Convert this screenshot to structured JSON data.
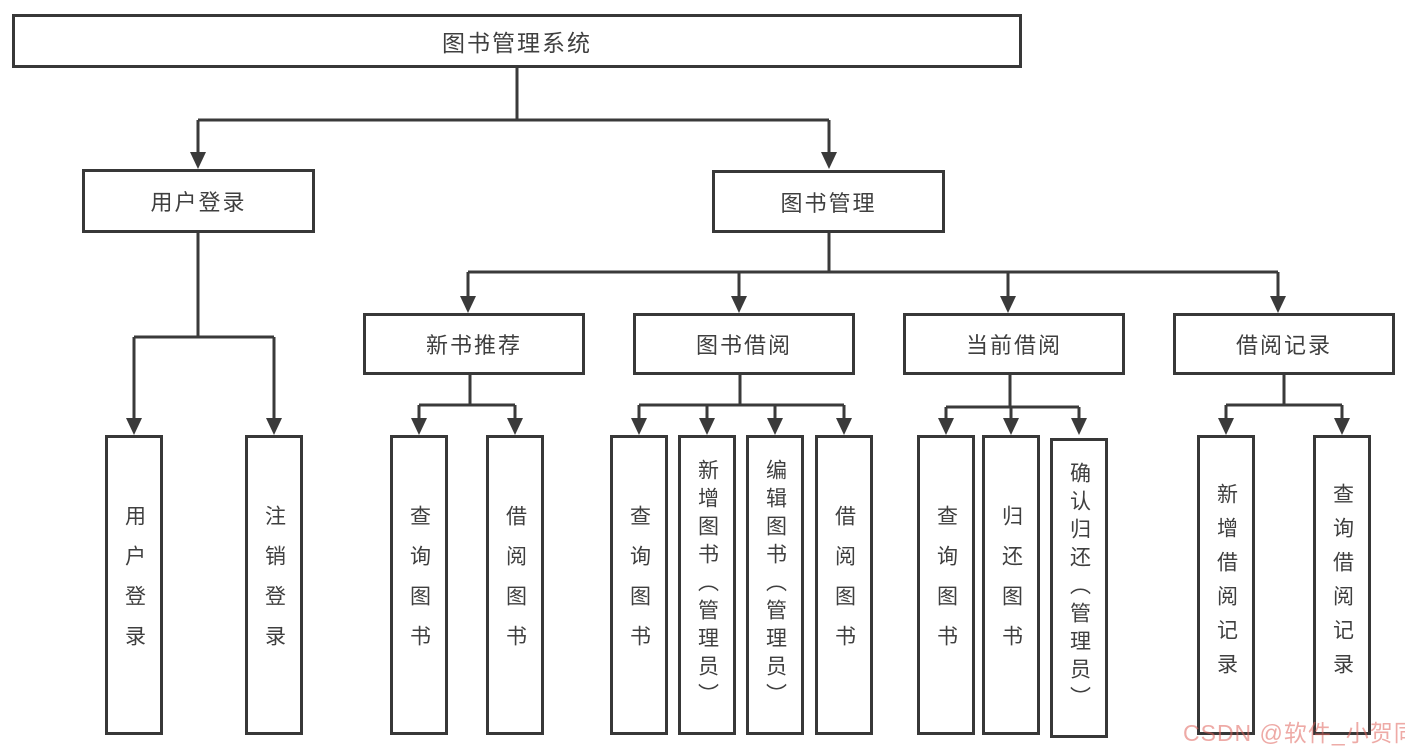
{
  "diagram": {
    "title": "图书管理系统",
    "colors": {
      "line": "#3a3a3a",
      "box_border": "#383838",
      "text": "#3f3f3f",
      "watermark_pink": "#e0645c",
      "background": "#ffffff"
    },
    "tree": {
      "root": {
        "label": "图书管理系统"
      },
      "user_login": {
        "label": "用户登录",
        "children": [
          {
            "label": "用户登录"
          },
          {
            "label": "注销登录"
          }
        ]
      },
      "book_management": {
        "label": "图书管理",
        "sections": {
          "new_book": {
            "label": "新书推荐",
            "children": [
              {
                "label": "查询图书"
              },
              {
                "label": "借阅图书"
              }
            ]
          },
          "book_borrow": {
            "label": "图书借阅",
            "children": [
              {
                "label": "查询图书"
              },
              {
                "label": "新增图书（管理员）"
              },
              {
                "label": "编辑图书（管理员）"
              },
              {
                "label": "借阅图书"
              }
            ]
          },
          "current_borrow": {
            "label": "当前借阅",
            "children": [
              {
                "label": "查询图书"
              },
              {
                "label": "归还图书"
              },
              {
                "label": "确认归还（管理员）"
              }
            ]
          },
          "borrow_records": {
            "label": "借阅记录",
            "children": [
              {
                "label": "新增借阅记录"
              },
              {
                "label": "查询借阅记录"
              }
            ]
          }
        }
      }
    },
    "watermark": "CSDN @软件_小贺同学"
  }
}
